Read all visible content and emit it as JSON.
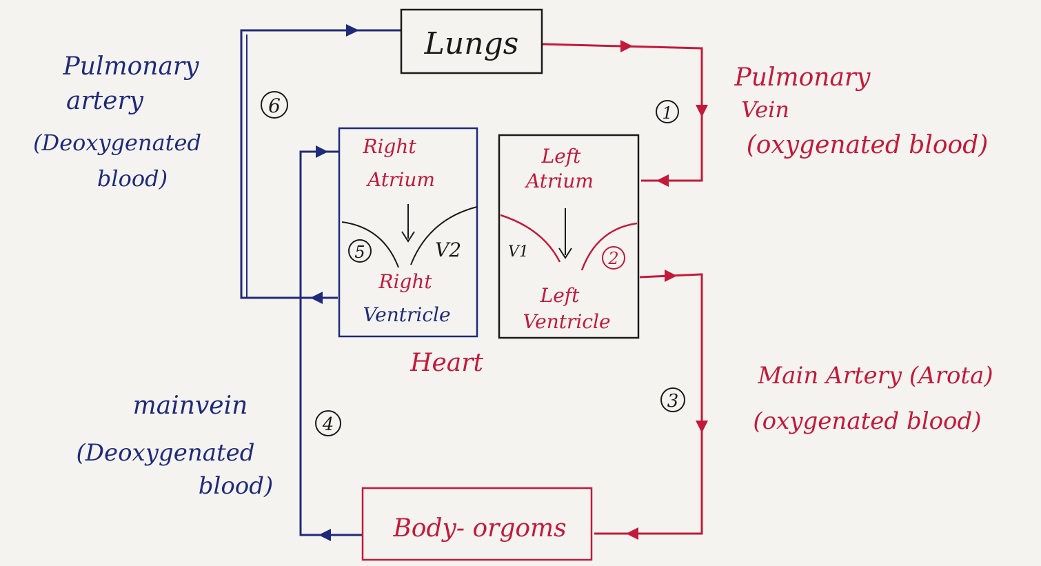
{
  "boxes": {
    "lungs": "Lungs",
    "right_atrium": [
      "Right",
      "Atrium"
    ],
    "right_ventricle": [
      "Right",
      "Ventricle"
    ],
    "left_atrium": [
      "Left",
      "Atrium"
    ],
    "left_ventricle": [
      "Left",
      "Ventricle"
    ],
    "body_organs": "Body- orgoms",
    "heart": "Heart"
  },
  "valves": {
    "v1": "V1",
    "v2": "V2"
  },
  "labels": {
    "pulmonary_artery": [
      "Pulmonary",
      "artery",
      "(Deoxygenated",
      "blood)"
    ],
    "pulmonary_vein": [
      "Pulmonary",
      "Vein",
      "(oxygenated blood)"
    ],
    "main_artery": [
      "Main Artery (Arota)",
      "(oxygenated blood)"
    ],
    "main_vein": [
      "mainvein",
      "(Deoxygenated",
      "blood)"
    ]
  },
  "steps": [
    "1",
    "2",
    "3",
    "4",
    "5",
    "6"
  ],
  "colors": {
    "oxygenated": "#c4193a",
    "deoxygenated": "#1f2a7a",
    "ink": "#1a1a1a"
  }
}
